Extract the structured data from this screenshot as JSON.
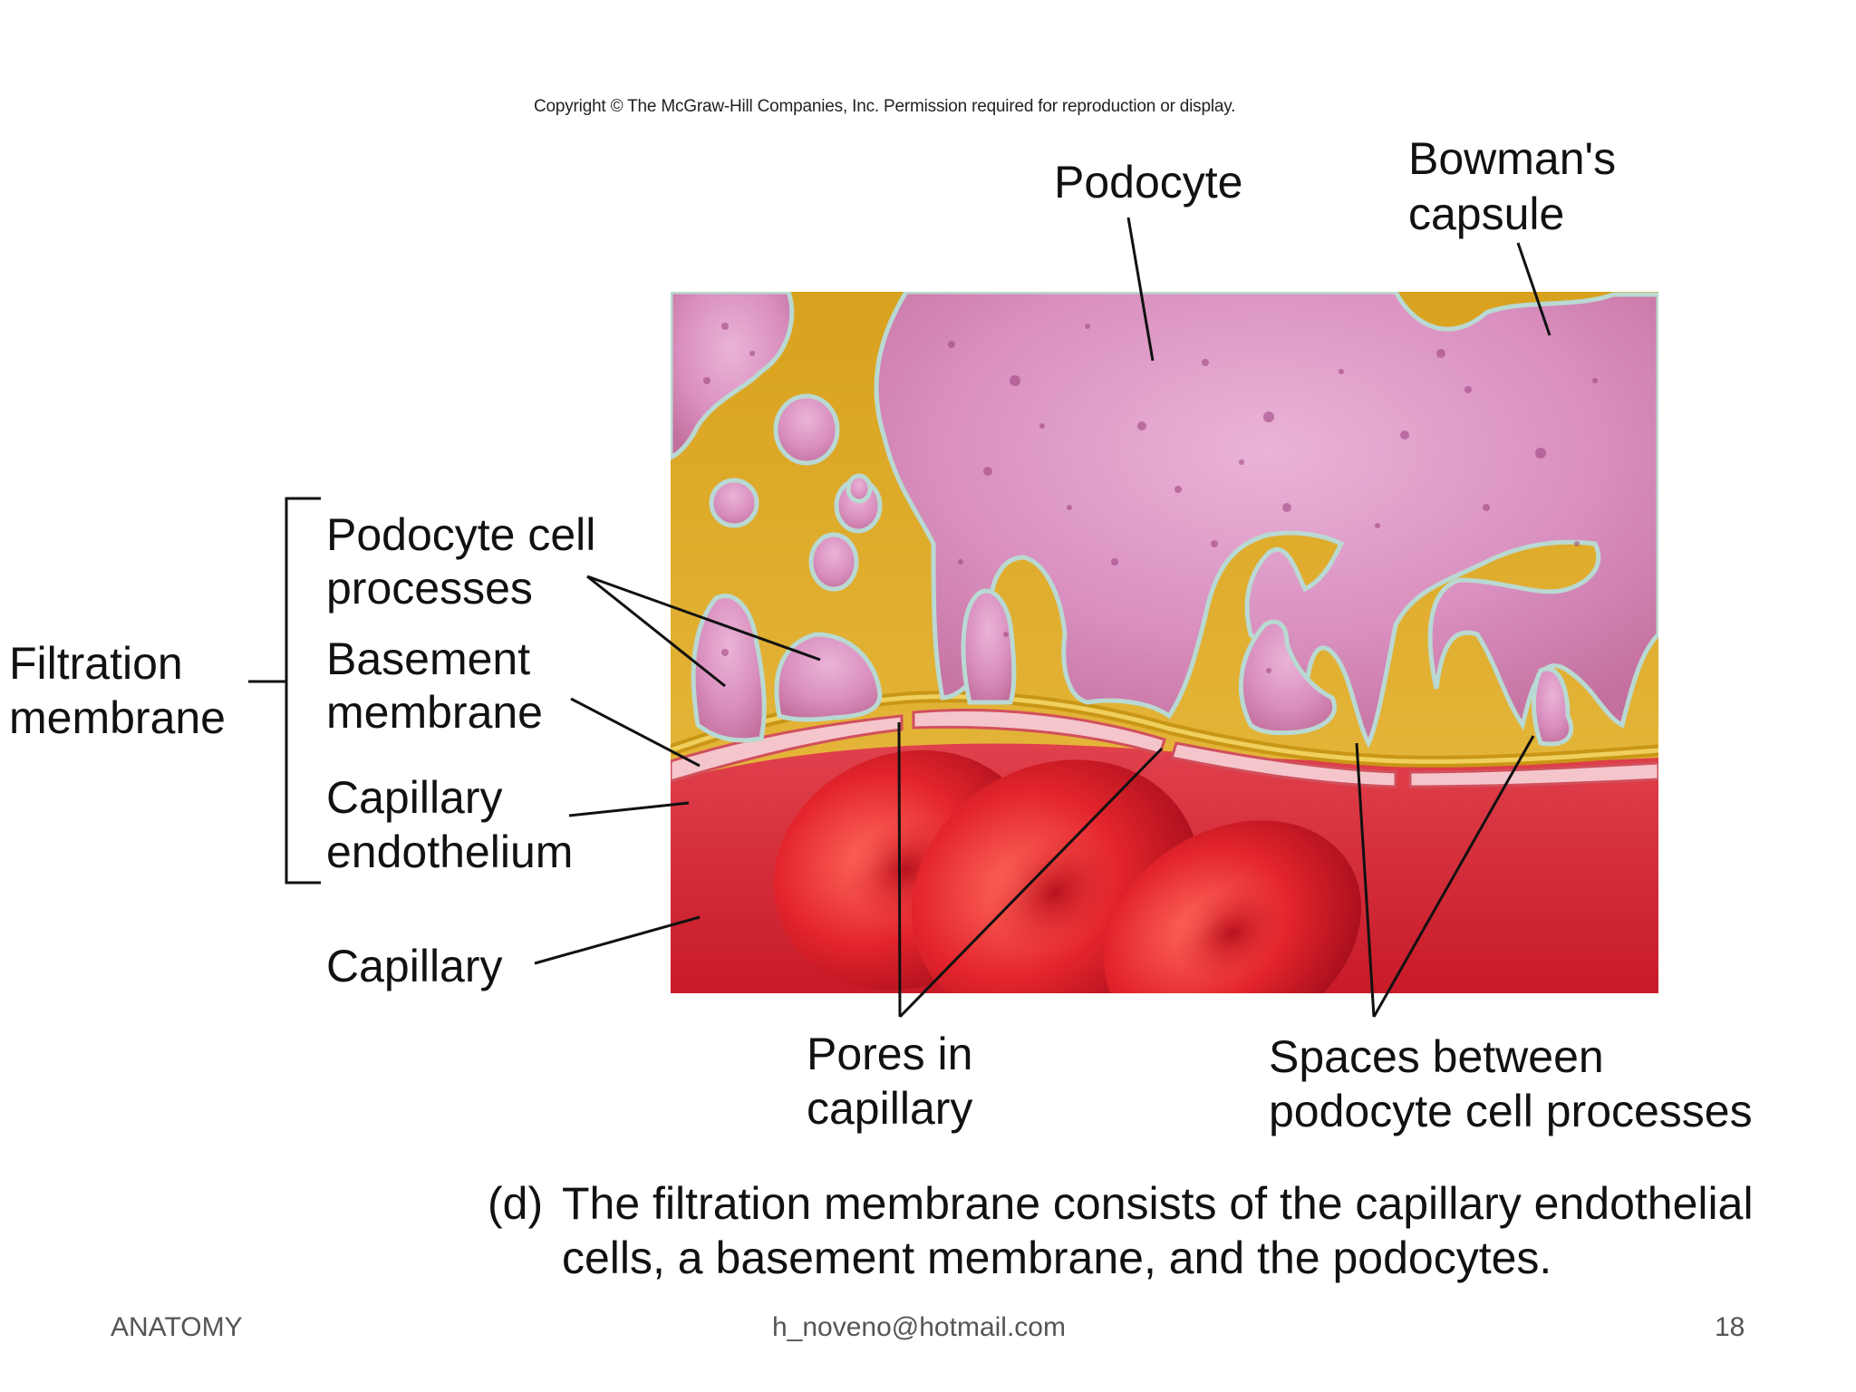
{
  "copyright": "Copyright © The McGraw-Hill Companies, Inc. Permission required for reproduction or display.",
  "labels": {
    "podocyte": "Podocyte",
    "bowmans_line1": "Bowman's",
    "bowmans_line2": "capsule",
    "podocyte_processes_line1": "Podocyte cell",
    "podocyte_processes_line2": "processes",
    "basement_line1": "Basement",
    "basement_line2": "membrane",
    "capillary_endo_line1": "Capillary",
    "capillary_endo_line2": "endothelium",
    "capillary": "Capillary",
    "filtration_line1": "Filtration",
    "filtration_line2": "membrane",
    "pores_line1": "Pores in",
    "pores_line2": "capillary",
    "spaces_line1": "Spaces between",
    "spaces_line2": "podocyte cell processes"
  },
  "caption": {
    "prefix": "(d)",
    "line1": "The filtration membrane consists of the capillary endothelial",
    "line2": "cells, a basement membrane, and the podocytes."
  },
  "footer": {
    "left": "ANATOMY",
    "center": "h_noveno@hotmail.com",
    "right": "18"
  },
  "colors": {
    "podocyte": "#d98fbf",
    "bowmans_space": "#e2b334",
    "basement_membrane": "#d8a51c",
    "endothelium": "#f4c6cc",
    "capillary_lumen": "#d62a36",
    "red_blood_cell": "#e3242c"
  }
}
